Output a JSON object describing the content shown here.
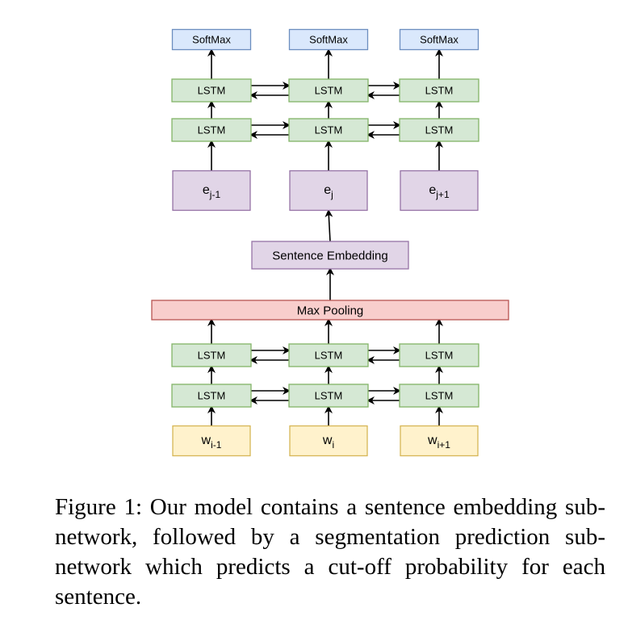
{
  "diagram": {
    "softmax_label": "SoftMax",
    "lstm_label": "LSTM",
    "max_pooling_label": "Max Pooling",
    "sentence_embedding_label": "Sentence Embedding",
    "embeddings": [
      {
        "base": "e",
        "sub": "j-1"
      },
      {
        "base": "e",
        "sub": "j"
      },
      {
        "base": "e",
        "sub": "j+1"
      }
    ],
    "words": [
      {
        "base": "w",
        "sub": "i-1"
      },
      {
        "base": "w",
        "sub": "i"
      },
      {
        "base": "w",
        "sub": "i+1"
      }
    ],
    "colors": {
      "softmax_fill": "#dae8fc",
      "softmax_stroke": "#6c8ebf",
      "lstm_fill": "#d5e8d4",
      "lstm_stroke": "#82b366",
      "embed_fill": "#e1d5e7",
      "embed_stroke": "#9673a6",
      "pool_fill": "#f8cecc",
      "pool_stroke": "#b85450",
      "word_fill": "#fff2cc",
      "word_stroke": "#d6b656"
    }
  },
  "caption": "Figure 1: Our model contains a sentence embedding sub-network, followed by a segmentation prediction sub-network which predicts a cut-off probability for each sentence."
}
